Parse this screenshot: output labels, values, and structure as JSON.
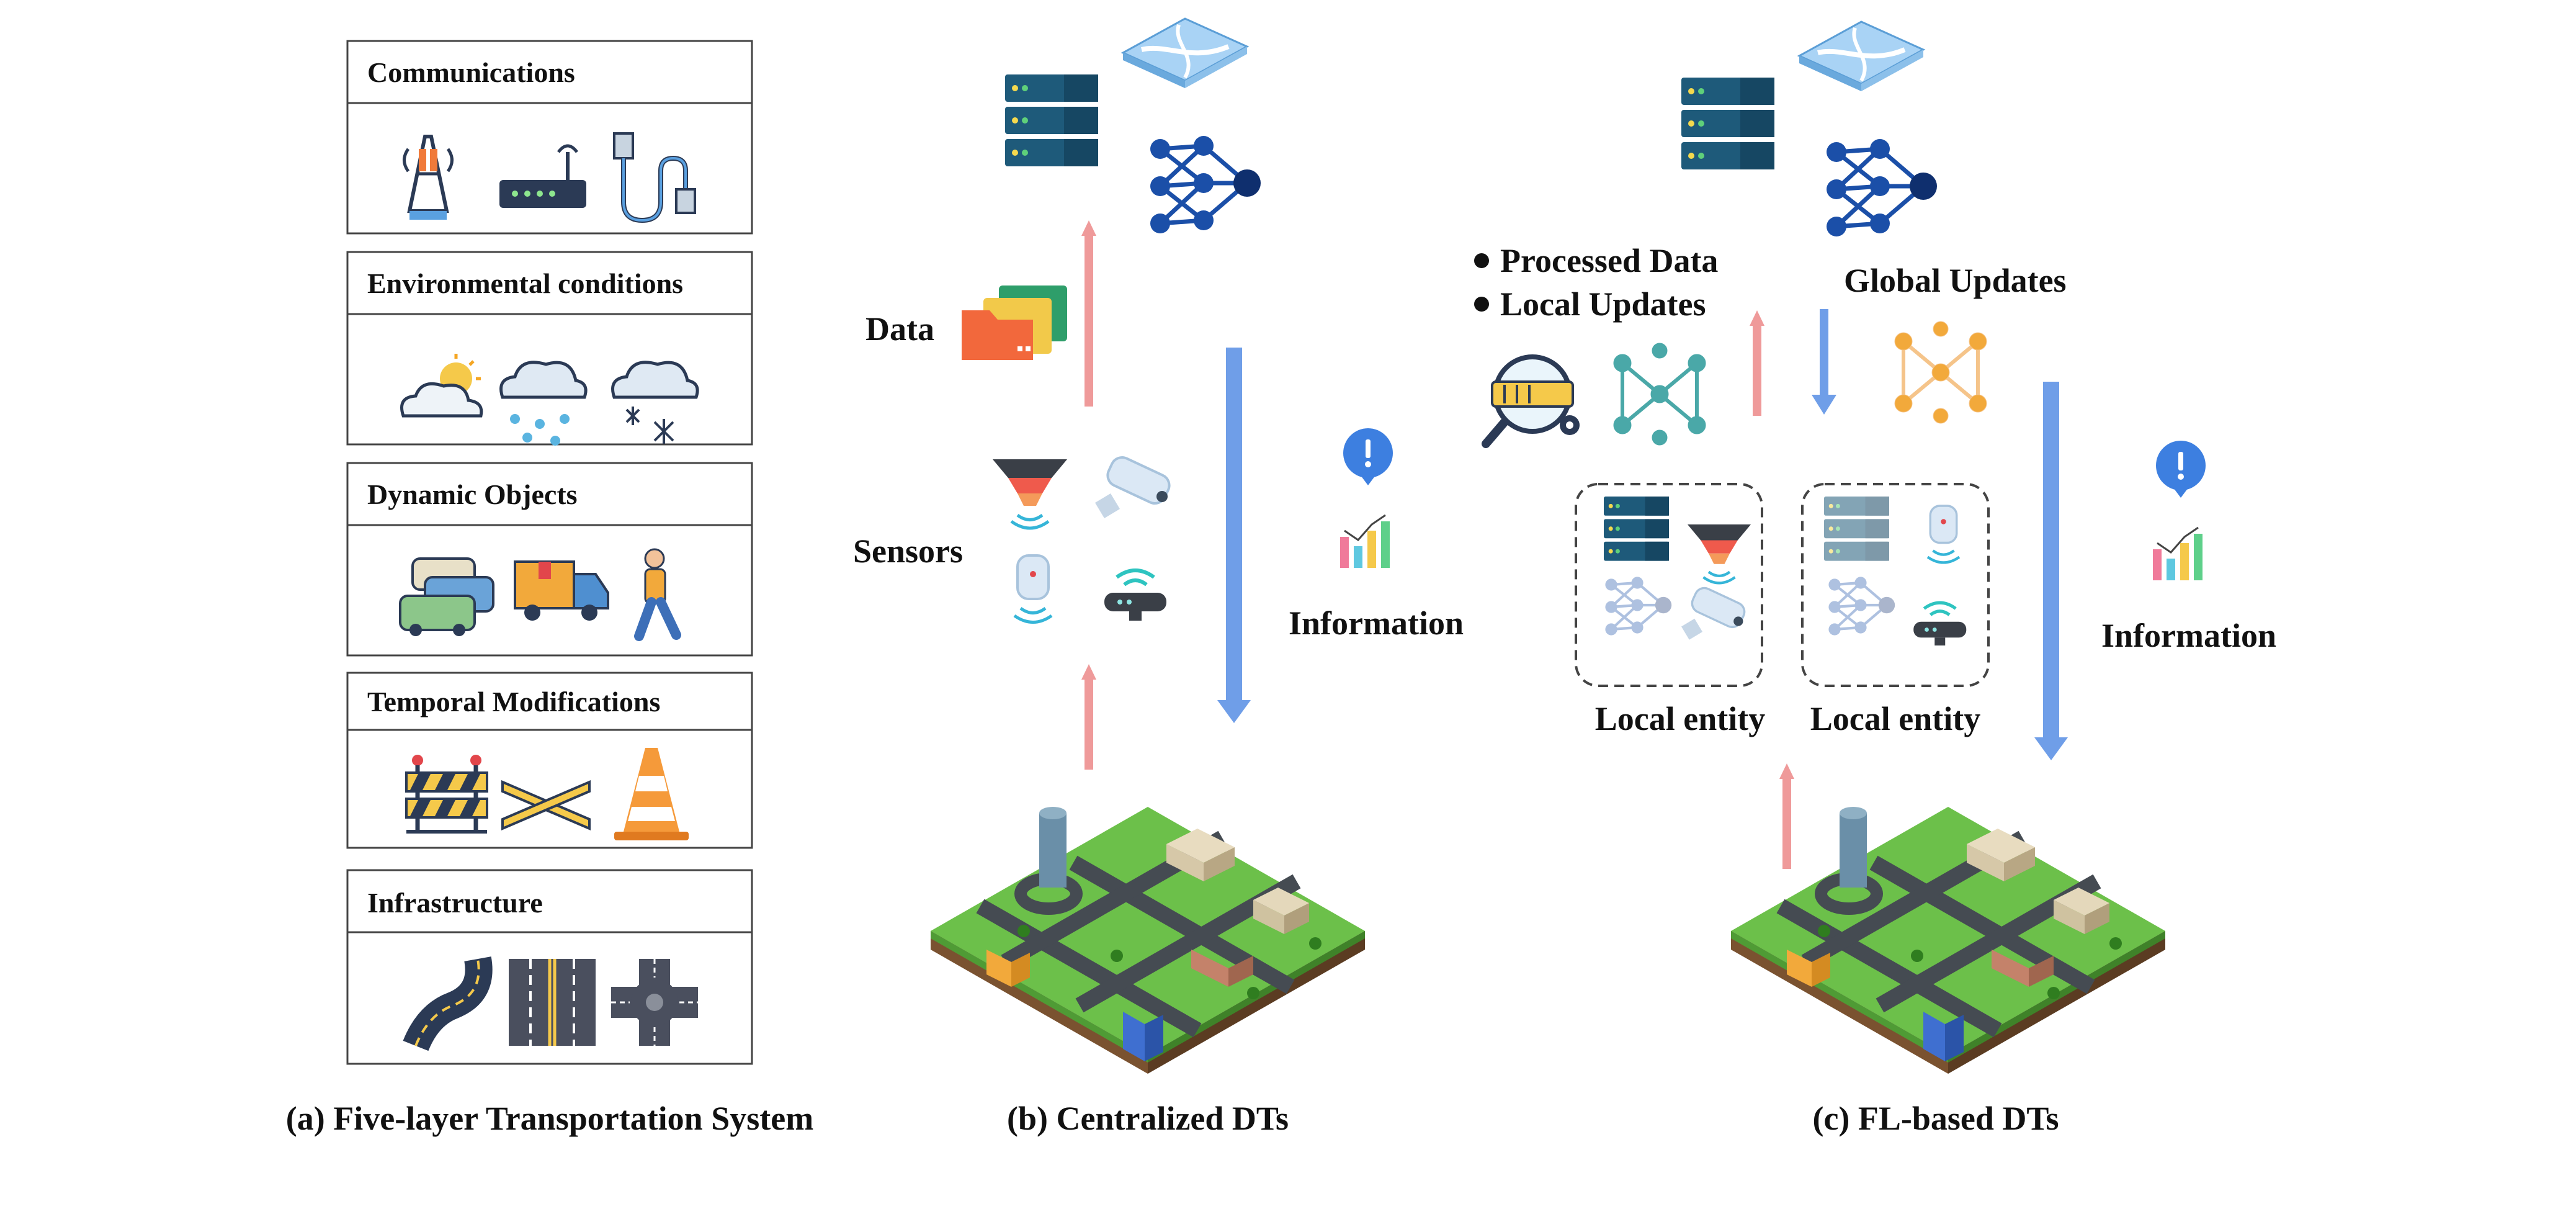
{
  "panel_a": {
    "caption": "(a) Five-layer Transportation System",
    "layers": [
      {
        "title": "Communications",
        "icons": [
          "cell-tower-icon",
          "wifi-router-icon",
          "ethernet-cable-icon"
        ]
      },
      {
        "title": "Environmental conditions",
        "icons": [
          "partly-sunny-icon",
          "rain-cloud-icon",
          "snow-cloud-icon"
        ]
      },
      {
        "title": "Dynamic Objects",
        "icons": [
          "cars-icon",
          "delivery-truck-icon",
          "pedestrian-icon"
        ]
      },
      {
        "title": "Temporal Modifications",
        "icons": [
          "road-barrier-icon",
          "crossed-barrier-icon",
          "traffic-cone-icon"
        ]
      },
      {
        "title": "Infrastructure",
        "icons": [
          "curved-road-icon",
          "straight-road-icon",
          "intersection-icon"
        ]
      }
    ]
  },
  "panel_b": {
    "caption": "(b) Centralized DTs",
    "data_label": "Data",
    "sensors_label": "Sensors",
    "information_label": "Information"
  },
  "panel_c": {
    "caption": "(c) FL-based DTs",
    "bullet_1": "Processed Data",
    "bullet_2": "Local Updates",
    "global_updates_label": "Global Updates",
    "local_entity_1": "Local entity",
    "local_entity_2": "Local entity",
    "information_label": "Information"
  },
  "colors": {
    "up_arrow": "#ef9a9a",
    "down_arrow": "#6f9ee8",
    "server": "#1e5a7a",
    "neural": "#1b4fa8",
    "grass": "#6cc04a"
  }
}
